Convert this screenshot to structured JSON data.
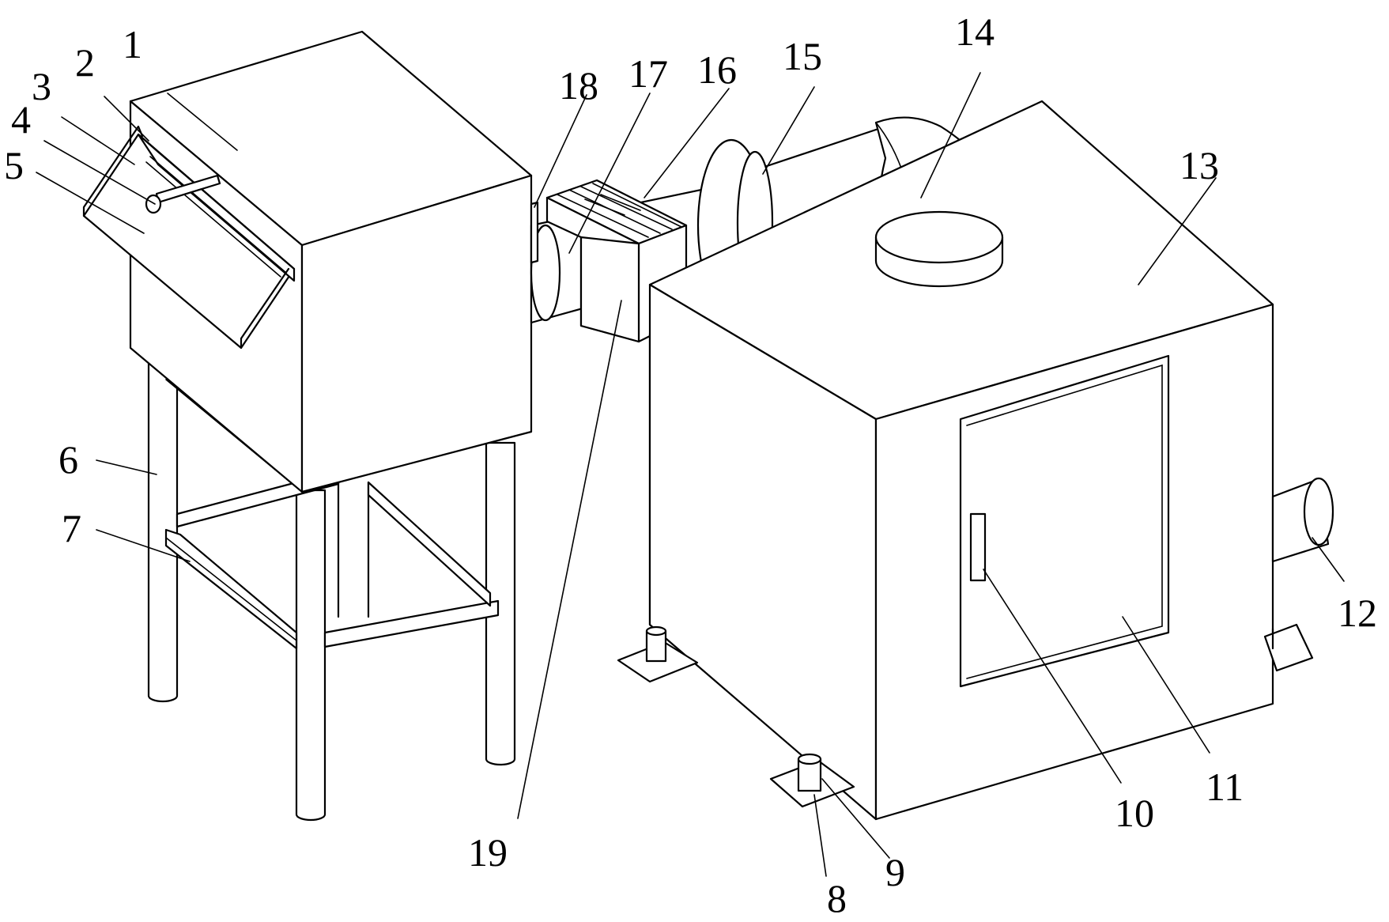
{
  "figure": {
    "labels": {
      "n1": "1",
      "n2": "2",
      "n3": "3",
      "n4": "4",
      "n5": "5",
      "n6": "6",
      "n7": "7",
      "n8": "8",
      "n9": "9",
      "n10": "10",
      "n11": "11",
      "n12": "12",
      "n13": "13",
      "n14": "14",
      "n15": "15",
      "n16": "16",
      "n17": "17",
      "n18": "18",
      "n19": "19"
    }
  }
}
